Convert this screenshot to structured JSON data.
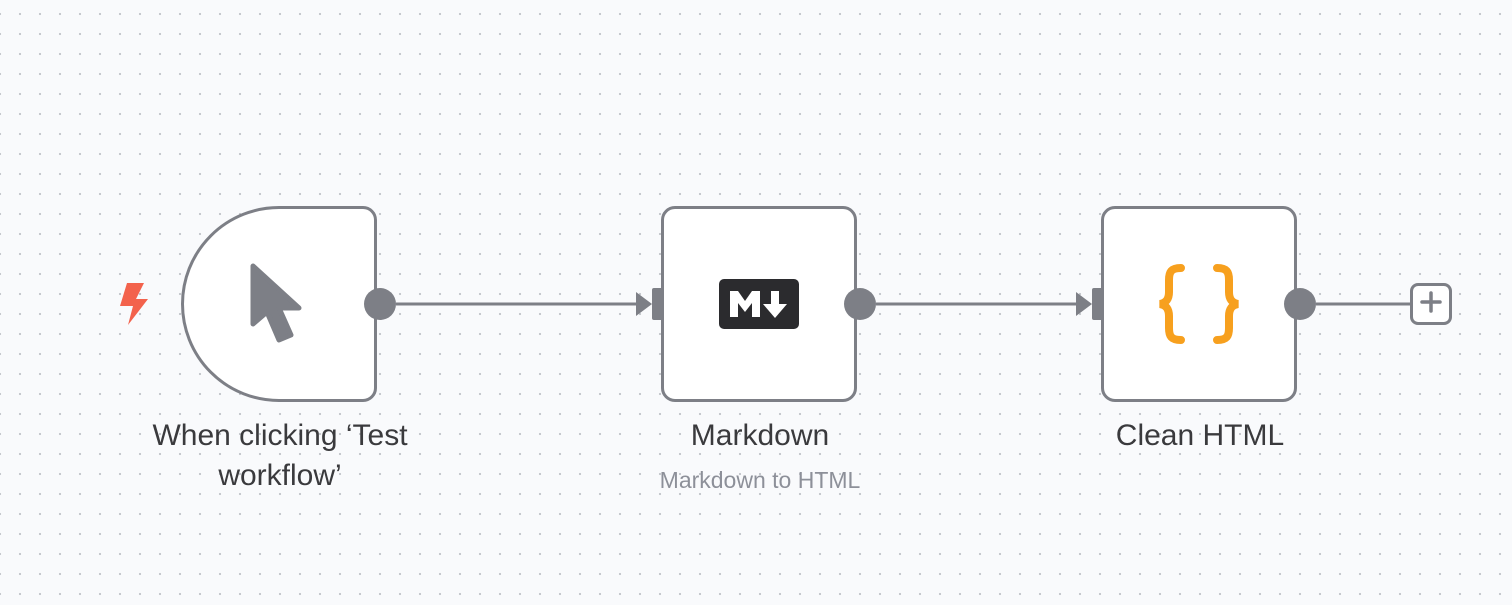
{
  "canvas": {
    "nodes": [
      {
        "id": "trigger",
        "label": "When clicking ‘Test workflow’",
        "subtitle": "",
        "icon": "cursor-arrow-icon",
        "badge_icon": "lightning-bolt-icon"
      },
      {
        "id": "markdown",
        "label": "Markdown",
        "subtitle": "Markdown to HTML",
        "icon": "markdown-icon",
        "icon_text": "M↓"
      },
      {
        "id": "clean-html",
        "label": "Clean HTML",
        "subtitle": "",
        "icon": "curly-braces-icon"
      }
    ],
    "add_node_icon": "plus-icon"
  },
  "colors": {
    "node_border": "#7d7f86",
    "trigger_bolt": "#f3624c",
    "code_braces": "#f7a01e",
    "label_text": "#3a3a3d",
    "subtitle_text": "#8d9099",
    "background": "#f9fafc"
  }
}
